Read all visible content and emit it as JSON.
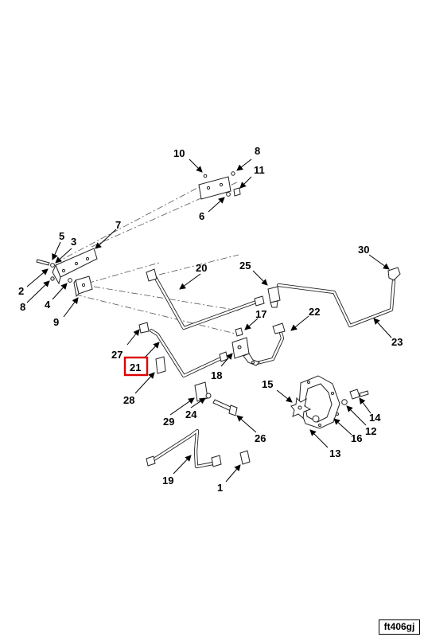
{
  "figure_id": "ft406gj",
  "highlighted_callout": "21",
  "highlight_color": "#e00000",
  "callouts": {
    "c1": "1",
    "c2": "2",
    "c3": "3",
    "c4": "4",
    "c5": "5",
    "c6": "6",
    "c7": "7",
    "c8a": "8",
    "c8b": "8",
    "c9": "9",
    "c10": "10",
    "c11": "11",
    "c12": "12",
    "c13": "13",
    "c14": "14",
    "c15": "15",
    "c16": "16",
    "c17": "17",
    "c18": "18",
    "c19": "19",
    "c20": "20",
    "c21": "21",
    "c22": "22",
    "c23": "23",
    "c24": "24",
    "c25": "25",
    "c26": "26",
    "c27": "27",
    "c28": "28",
    "c29": "29",
    "c30": "30"
  }
}
